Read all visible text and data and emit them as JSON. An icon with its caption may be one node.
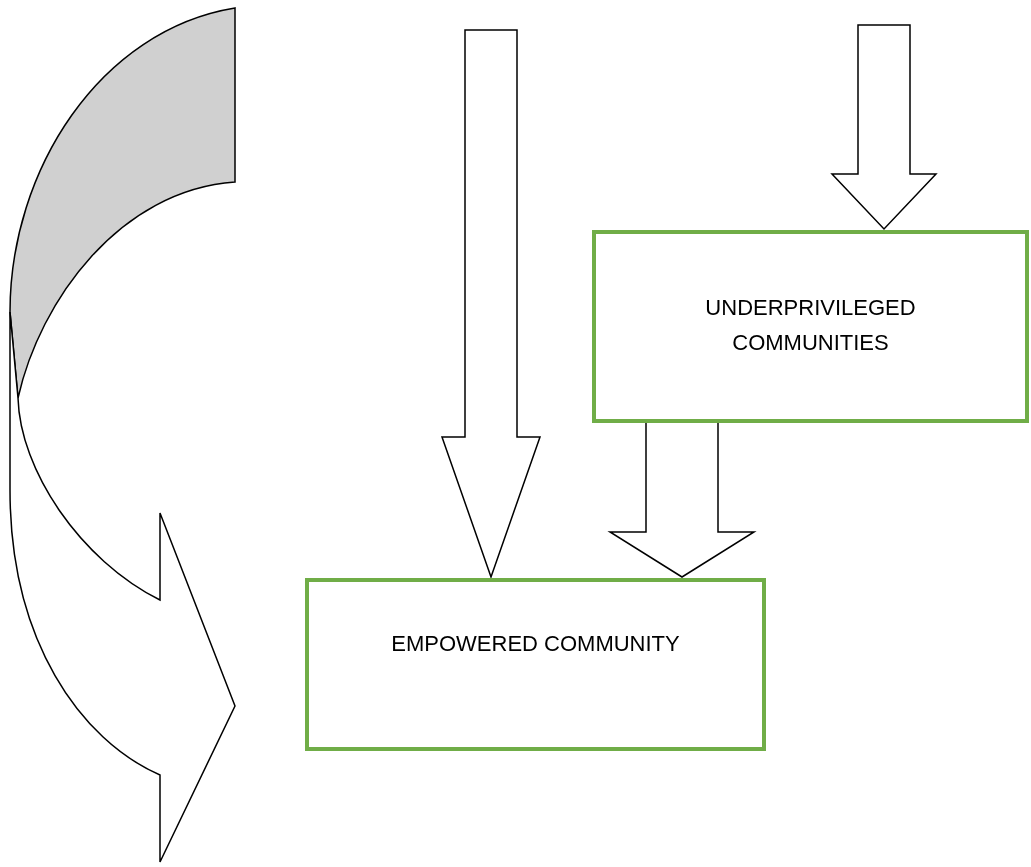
{
  "diagram": {
    "nodes": [
      {
        "text": [
          "UNDERPRIVILEGED COMMUNITIES"
        ]
      },
      {
        "text": [
          "EMPOWERED COMMUNITY"
        ]
      }
    ],
    "edges": [
      {
        "from": null,
        "to": 0,
        "arrow": "to"
      },
      {
        "from": 0,
        "to": 1,
        "arrow": "to"
      },
      {
        "from": null,
        "to": 1,
        "arrow": "to"
      }
    ]
  }
}
